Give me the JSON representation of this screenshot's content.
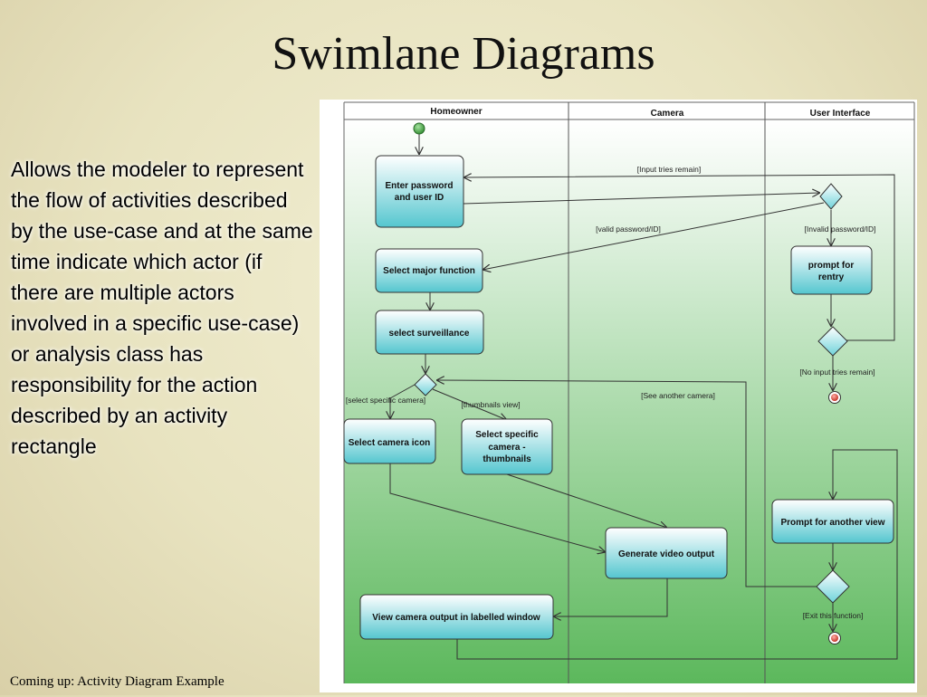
{
  "slide": {
    "title": "Swimlane Diagrams",
    "body": "Allows the modeler to represent the flow of activities described by the use-case and at the same time indicate which actor (if there are multiple actors involved in a specific use-case) or analysis class has responsibility for the action described by an activity rectangle",
    "footer": "Coming up: Activity Diagram Example"
  },
  "diagram": {
    "lanes": {
      "homeowner": "Homeowner",
      "camera": "Camera",
      "user_interface": "User Interface"
    },
    "activities": {
      "enter_password_l1": "Enter password",
      "enter_password_l2": "and user ID",
      "select_major_function": "Select major function",
      "select_surveillance": "select surveillance",
      "select_camera_icon": "Select camera icon",
      "select_specific_l1": "Select specific",
      "select_specific_l2": "camera -",
      "select_specific_l3": "thumbnails",
      "generate_video_output": "Generate video output",
      "view_camera_output": "View camera output in labelled window",
      "prompt_reentry_l1": "prompt for",
      "prompt_reentry_l2": "rentry",
      "prompt_another_view": "Prompt for another view"
    },
    "guards": {
      "input_tries_remain": "[Input tries remain]",
      "valid_password": "[valid password/ID]",
      "invalid_password": "[Invalid password/ID]",
      "no_input_tries": "[No input tries remain]",
      "see_another_camera": "[See another camera]",
      "select_specific_camera": "[select specific camera]",
      "thumbnails_view": "[thumbnails view]",
      "exit_function": "[Exit this function]"
    },
    "colors": {
      "lane_bg_top": "#ffffff",
      "lane_bg_bottom": "#5cb85c",
      "activity_top": "#ffffff",
      "activity_bottom": "#54c6cf"
    }
  }
}
